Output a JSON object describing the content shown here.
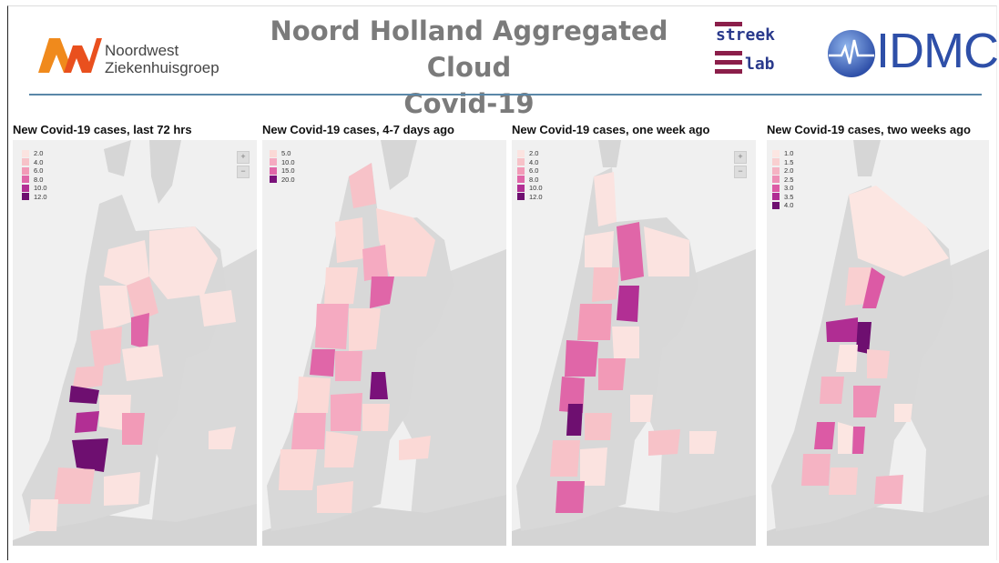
{
  "header": {
    "title_line1": "Noord Holland Aggregated Cloud",
    "title_line2": "Covid-19",
    "logo_left": {
      "line1": "Noordwest",
      "line2": "Ziekenhuisgroep"
    },
    "logo_streek": {
      "word1": "streek",
      "word2": "lab"
    },
    "logo_idmc": "IDMC"
  },
  "colors": {
    "base_gray": "#d8d8d8",
    "water": "#eeeeee",
    "bg": "#f0f0f0",
    "title_gray": "#7b7b7b",
    "rule": "#5a87a8",
    "nw_orange": "#f08a1c",
    "nw_red": "#e9501e",
    "streek_maroon": "#8b1e4a",
    "streek_blue": "#2a3a8c",
    "idmc_blue": "#2e4fa8"
  },
  "panels": [
    {
      "title": "New Covid-19 cases, last 72 hrs",
      "legend": [
        {
          "label": "2.0",
          "color": "#fbe3e0"
        },
        {
          "label": "4.0",
          "color": "#f7c2c8"
        },
        {
          "label": "6.0",
          "color": "#f29ab7"
        },
        {
          "label": "8.0",
          "color": "#e066a8"
        },
        {
          "label": "10.0",
          "color": "#b22f94"
        },
        {
          "label": "12.0",
          "color": "#6e0f70"
        }
      ]
    },
    {
      "title": "New Covid-19 cases, 4-7 days ago",
      "legend": [
        {
          "label": "5.0",
          "color": "#fbd9d6"
        },
        {
          "label": "10.0",
          "color": "#f5aac1"
        },
        {
          "label": "15.0",
          "color": "#e066a8"
        },
        {
          "label": "20.0",
          "color": "#7a117a"
        }
      ]
    },
    {
      "title": "New Covid-19 cases, one week ago",
      "legend": [
        {
          "label": "2.0",
          "color": "#fbe3e0"
        },
        {
          "label": "4.0",
          "color": "#f7c2c8"
        },
        {
          "label": "6.0",
          "color": "#f29ab7"
        },
        {
          "label": "8.0",
          "color": "#e066a8"
        },
        {
          "label": "10.0",
          "color": "#b22f94"
        },
        {
          "label": "12.0",
          "color": "#6e0f70"
        }
      ]
    },
    {
      "title": "New Covid-19 cases, two weeks ago",
      "legend": [
        {
          "label": "1.0",
          "color": "#fce6e2"
        },
        {
          "label": "1.5",
          "color": "#f9cfd0"
        },
        {
          "label": "2.0",
          "color": "#f5b3c3"
        },
        {
          "label": "2.5",
          "color": "#ee8fb6"
        },
        {
          "label": "3.0",
          "color": "#dc5aa5"
        },
        {
          "label": "3.5",
          "color": "#b02d93"
        },
        {
          "label": "4.0",
          "color": "#6e0f70"
        }
      ]
    }
  ]
}
